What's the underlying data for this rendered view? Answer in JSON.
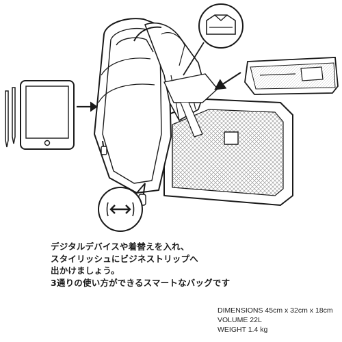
{
  "description": {
    "line1": "デジタルデバイスや着替えを入れ、",
    "line2": "スタイリッシュにビジネストリップへ",
    "line3": "出かけましょう。",
    "line4": "3通りの使い方ができるスマートなバッグです"
  },
  "specs": {
    "dimensions": "DIMENSIONS 45cm x 32cm x 18cm",
    "volume": "VOLUME 22L",
    "weight": "WEIGHT 1.4 kg"
  },
  "icons": {
    "tablet": "tablet-icon",
    "stylus": "stylus-pen-icon",
    "folded_shirt": "folded-shirt-icon",
    "jeans": "folded-jeans-icon",
    "compress": "compression-arrows-icon",
    "backpack": "open-backpack-illustration"
  },
  "colors": {
    "line": "#1a1a1a",
    "mesh": "#8a8a8a",
    "background": "#ffffff"
  }
}
